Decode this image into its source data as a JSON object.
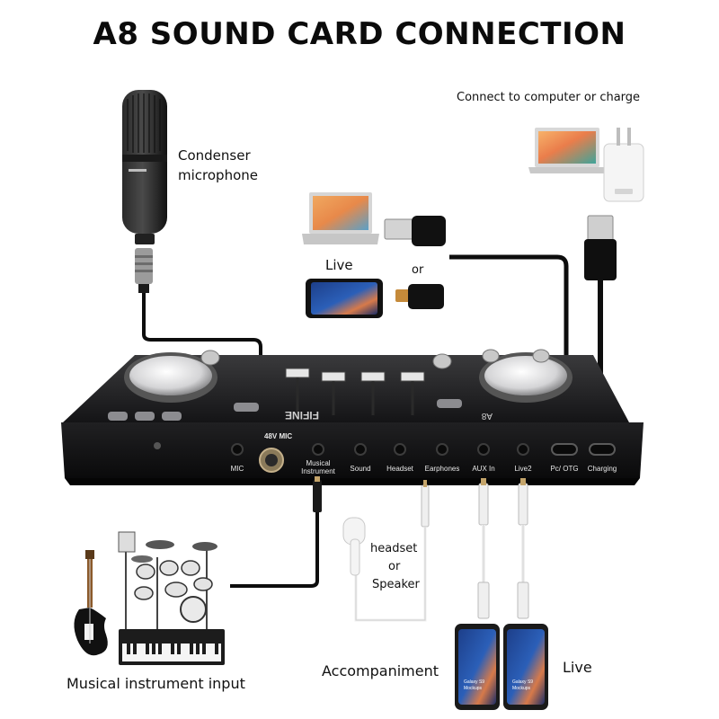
{
  "title": "A8 SOUND CARD CONNECTION",
  "labels": {
    "condenser_mic": [
      "Condenser",
      "microphone"
    ],
    "connect_computer": "Connect to computer or charge",
    "live_top": "Live",
    "or_top": "or",
    "headset": [
      "headset",
      "or",
      "Speaker"
    ],
    "musical_input": "Musical instrument input",
    "accompaniment": "Accompaniment",
    "live_bottom": "Live"
  },
  "device": {
    "brand": "FIFINE",
    "model": "A8",
    "mic_badge": "48V MIC",
    "ports": [
      "MIC",
      "Musical Instrument",
      "Sound",
      "Headset",
      "Earphones",
      "AUX In",
      "Live2",
      "Pc/ OTG",
      "Charging"
    ]
  },
  "phone_screen": [
    "Galaxy S9",
    "Mockups"
  ],
  "colors": {
    "device_body": "#1c1c1e",
    "cable_black": "#0d0d0d",
    "cable_white": "#f2f2f2",
    "phone_screen": "#2b5fb8",
    "laptop_screen": "#e8894a"
  }
}
